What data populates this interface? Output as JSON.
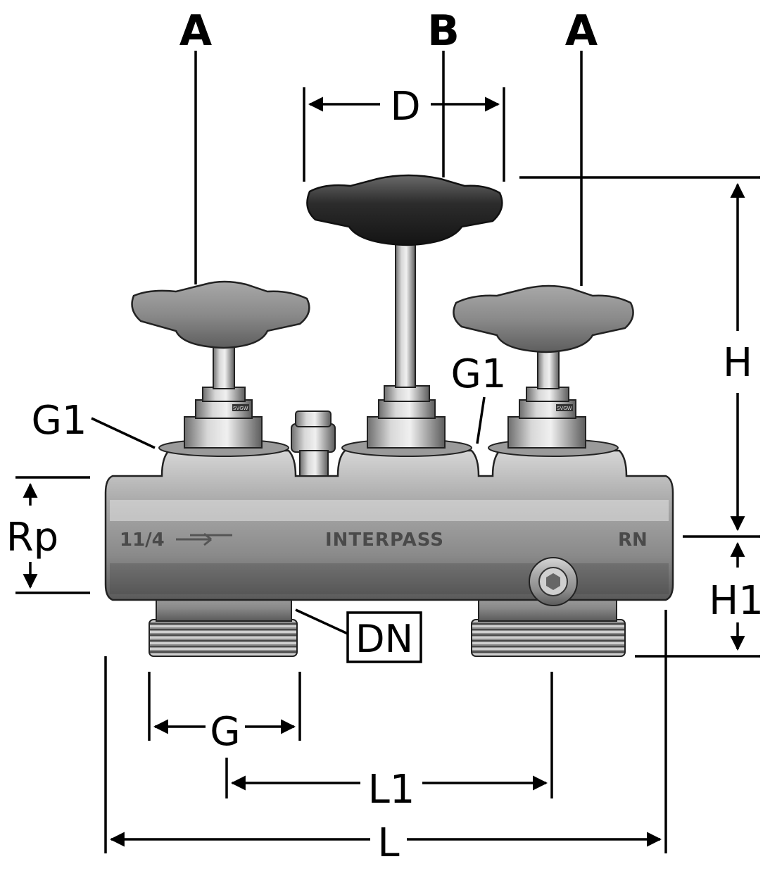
{
  "labels": {
    "a_left": "A",
    "b_center": "B",
    "a_right": "A",
    "d": "D",
    "g1_left": "G1",
    "g1_center": "G1",
    "rp": "Rp",
    "h": "H",
    "h1": "H1",
    "dn": "DN",
    "g": "G",
    "l1": "L1",
    "l": "L"
  },
  "body_markings": {
    "size": "11/4",
    "brand": "INTERPASS",
    "mark": "RN",
    "nut": "SVGW"
  }
}
